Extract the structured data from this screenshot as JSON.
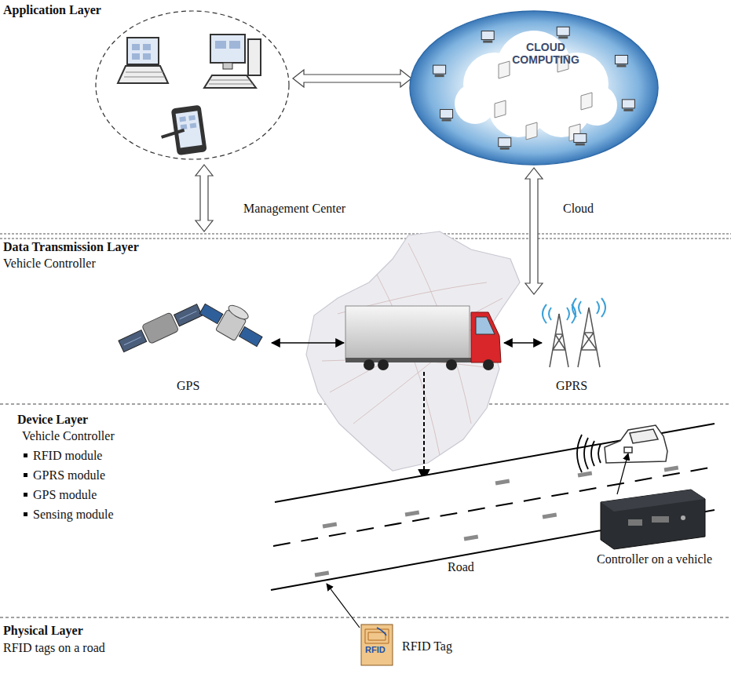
{
  "diagram": {
    "nodes": [
      {
        "text": [
          "Management Center"
        ]
      },
      {
        "text": [
          "CLOUD COMPUTING",
          "Cloud"
        ]
      },
      {
        "text": [
          "GPS"
        ]
      },
      {
        "text": [
          "GPRS"
        ]
      }
    ],
    "edges": [
      {
        "from": 0,
        "to": 1,
        "arrow": "both"
      },
      {
        "from": 1,
        "to": 3,
        "arrow": "both"
      }
    ],
    "labels": [
      "Application Layer",
      "Data Transmission Layer",
      "Vehicle Controller",
      "Device Layer",
      "Vehicle Controller",
      "RFID module",
      "GPRS module",
      "GPS module",
      "Sensing module",
      "Road",
      "Controller on a vehicle",
      "Physical Layer",
      "RFID tags on a road",
      "RFID",
      "RFID Tag"
    ]
  }
}
